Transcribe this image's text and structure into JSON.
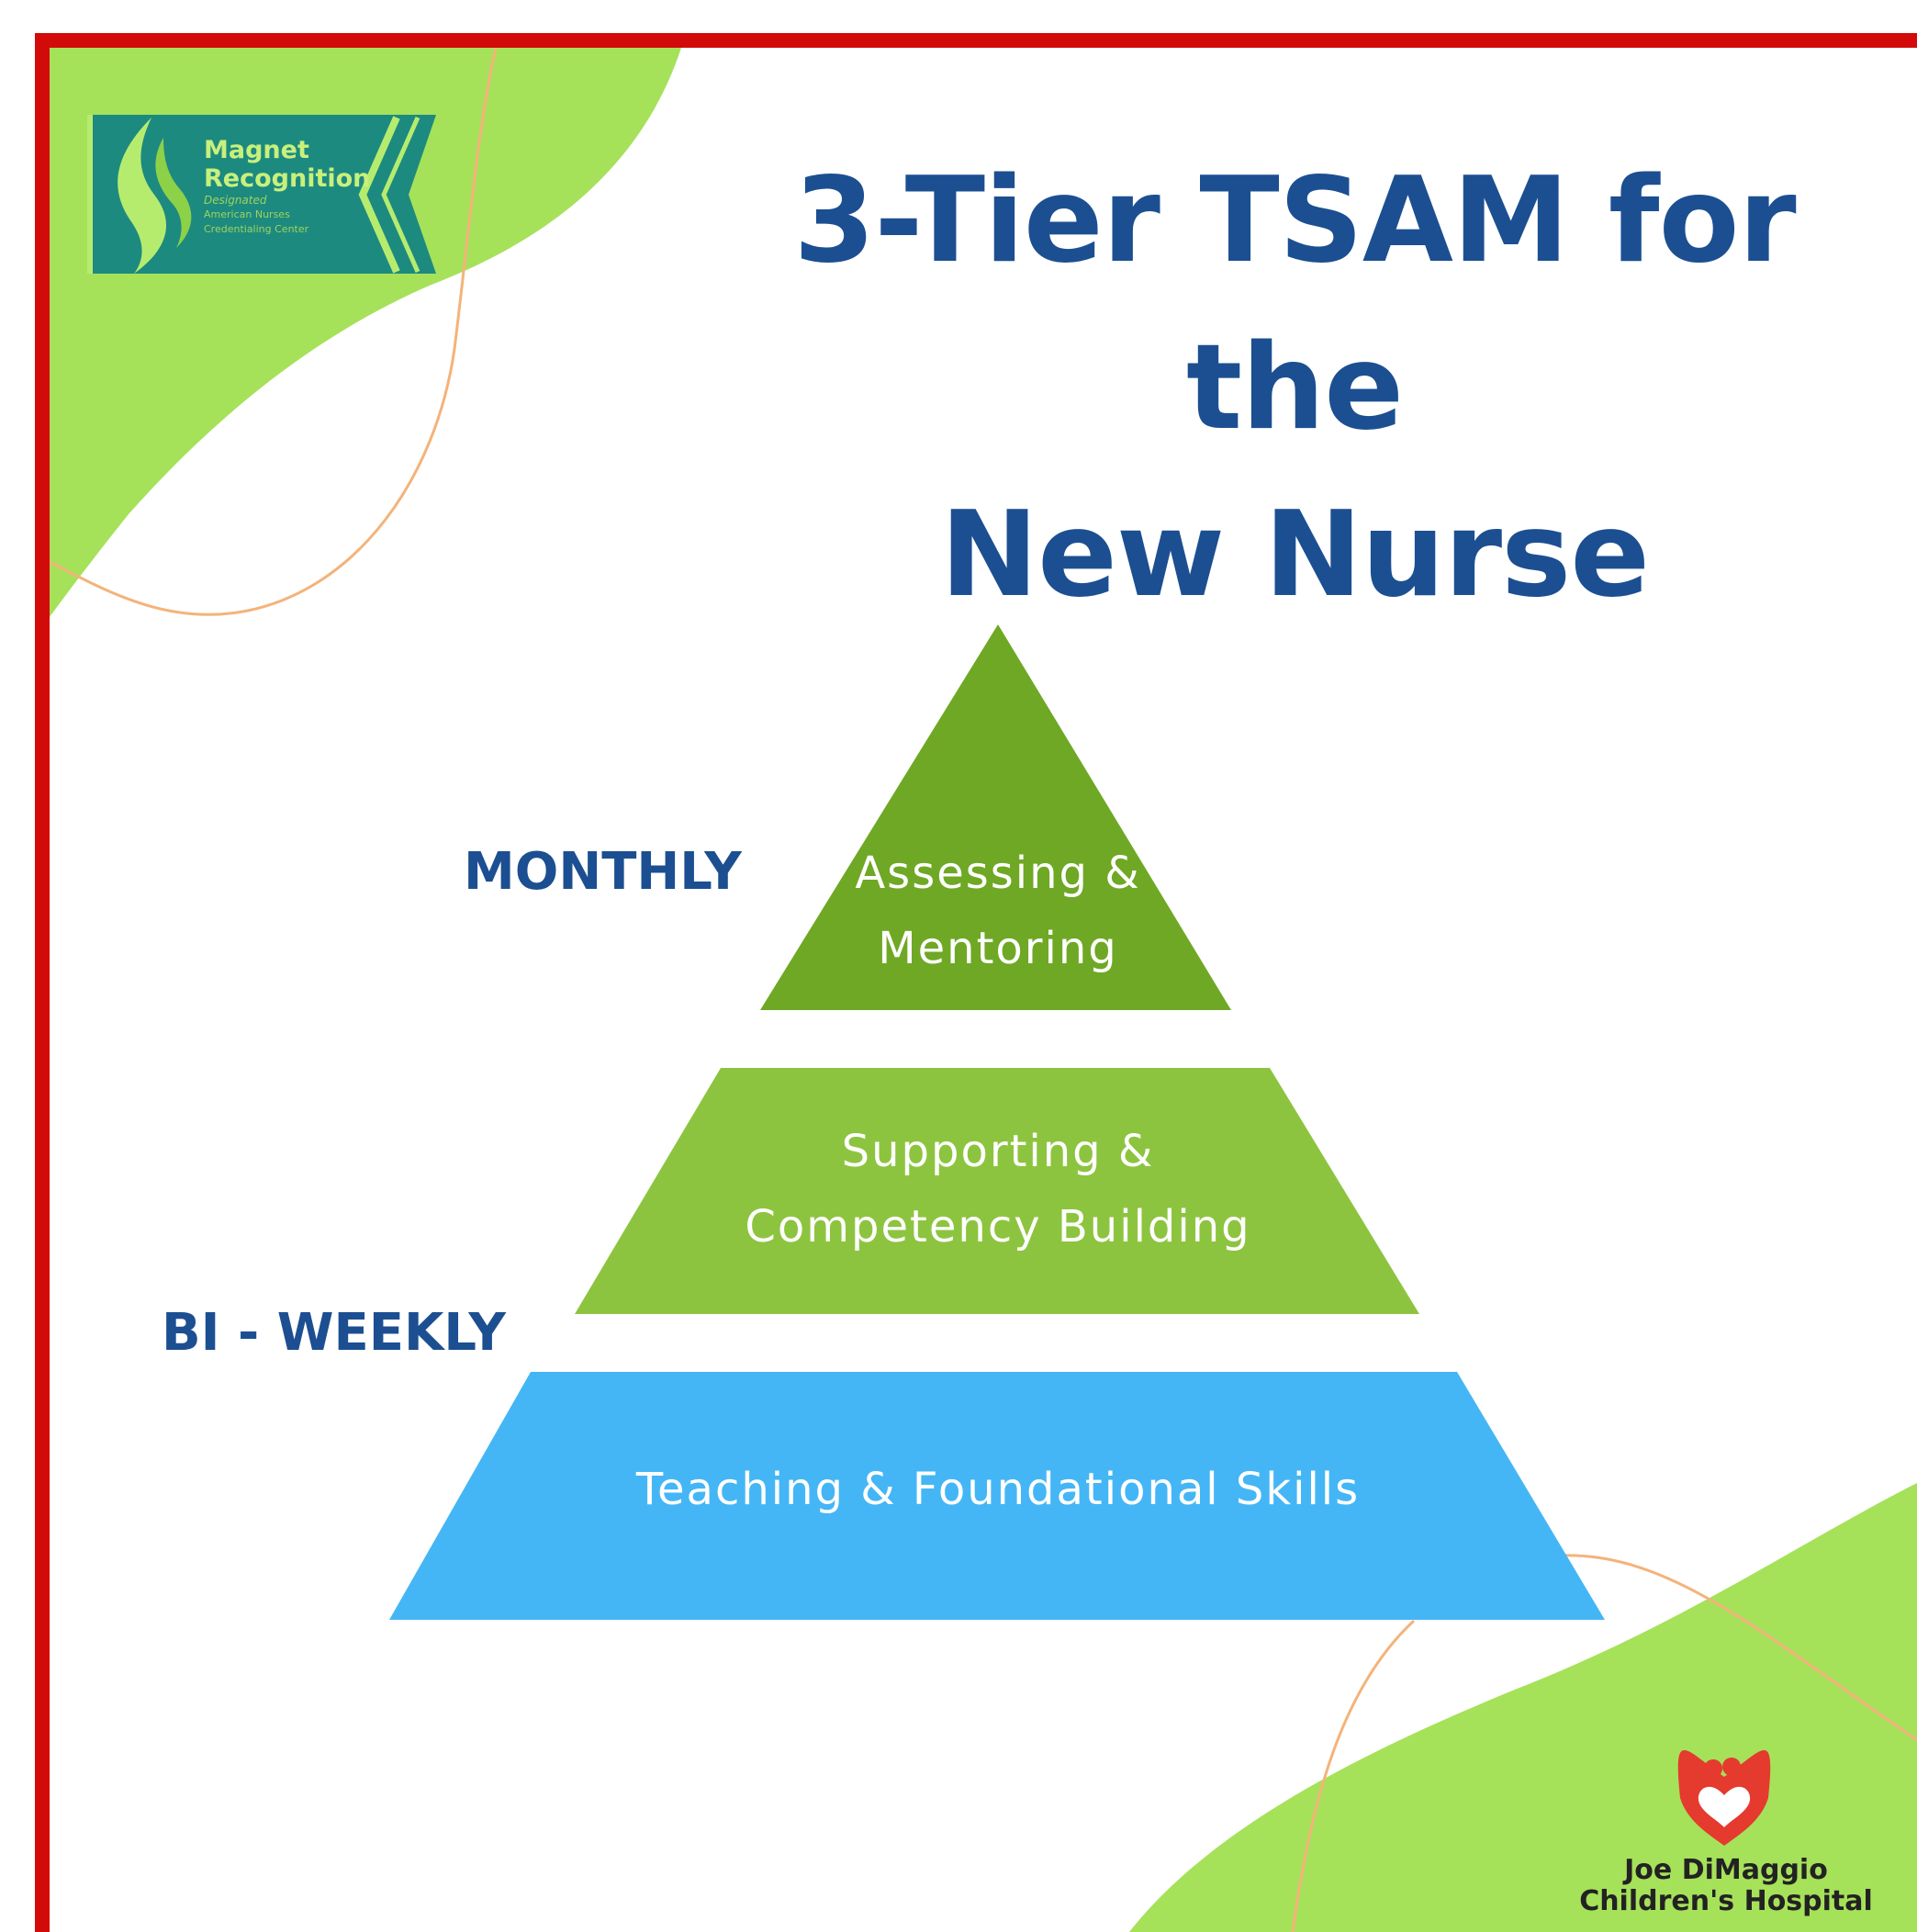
{
  "title": {
    "line1": "3-Tier TSAM for the",
    "line2": "New Nurse"
  },
  "frequency_labels": {
    "monthly": "MONTHLY",
    "biweekly": "BI - WEEKLY"
  },
  "tiers": [
    {
      "line1": "Assessing &",
      "line2": "Mentoring",
      "color": "#6fa825"
    },
    {
      "line1": "Supporting &",
      "line2": "Competency Building",
      "color": "#8dc43f"
    },
    {
      "line1": "Teaching & Foundational Skills",
      "color": "#45b6f5"
    }
  ],
  "badges": {
    "magnet": {
      "line1": "Magnet",
      "line2": "Recognition",
      "line3": "Designated",
      "line4": "American Nurses",
      "line5": "Credentialing Center"
    },
    "hospital": {
      "line1": "Joe DiMaggio",
      "line2": "Children's Hospital"
    }
  },
  "colors": {
    "frame": "#d20a0a",
    "accent_green": "#a6e15a",
    "title_blue": "#1c4f91",
    "line_orange": "#f4b37a",
    "magnet_teal": "#1d8a80",
    "heart_red": "#e53a2e"
  }
}
